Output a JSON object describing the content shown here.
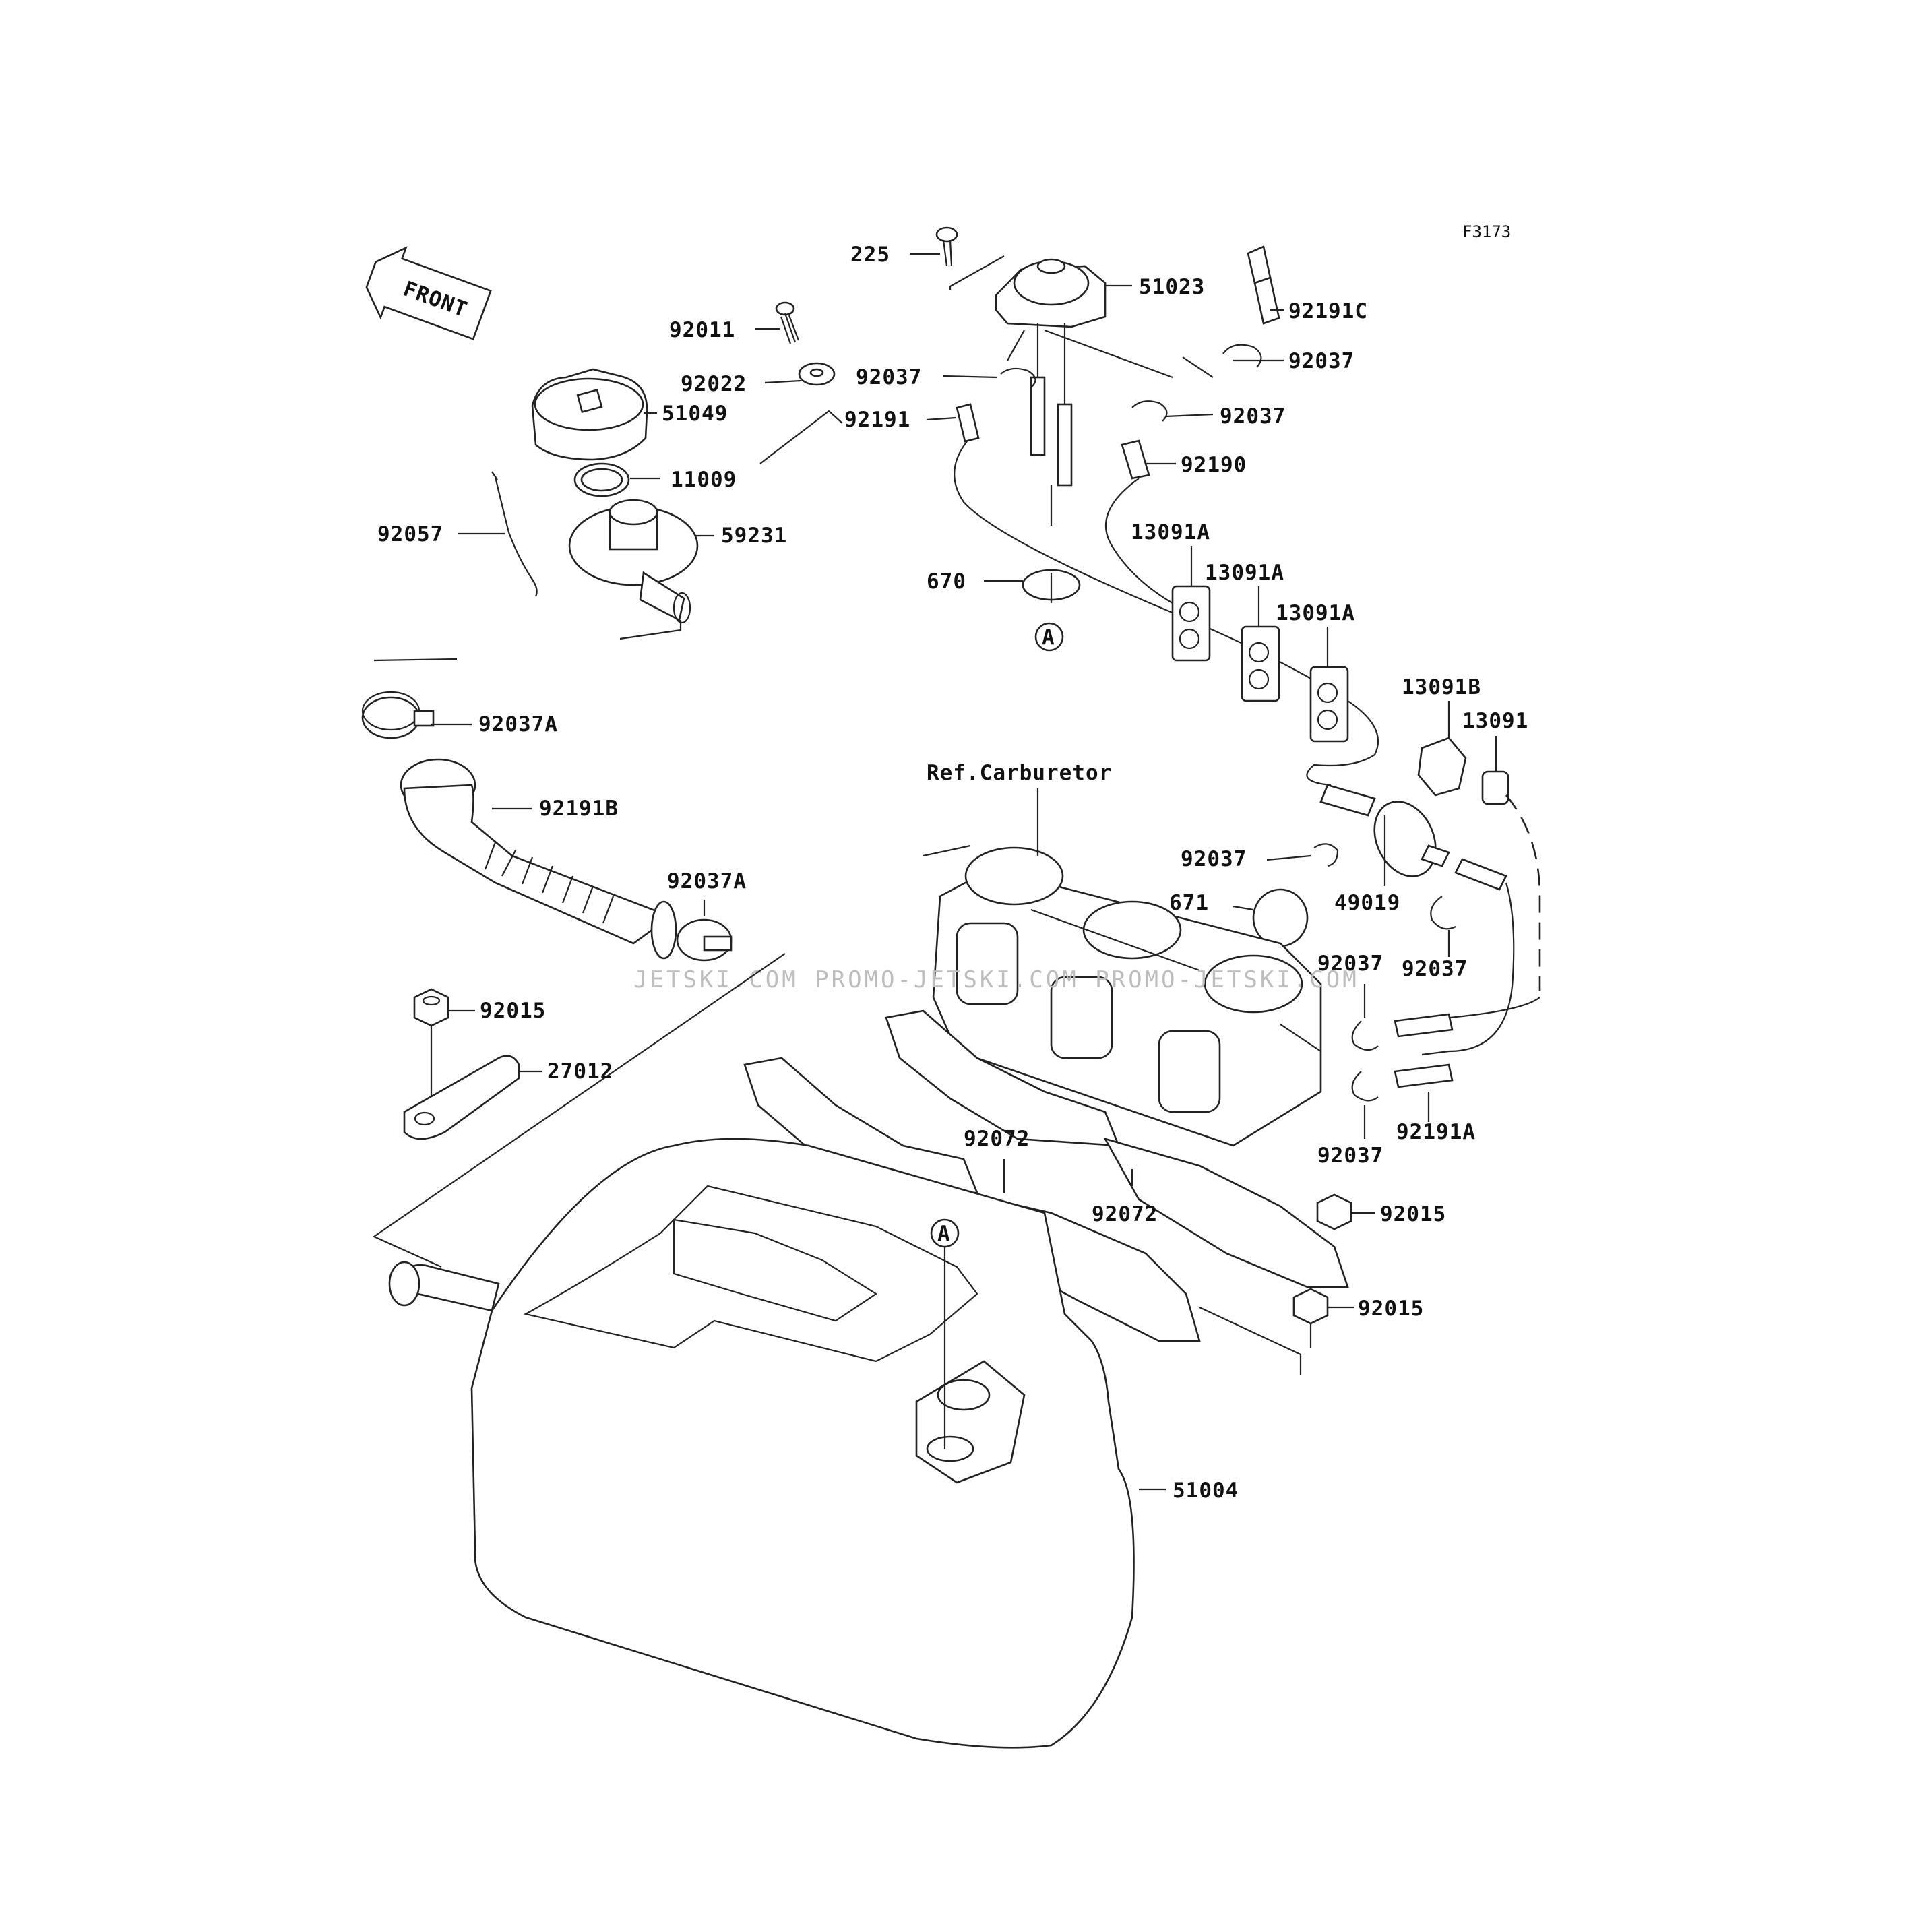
{
  "diagram": {
    "code": "F3173",
    "watermark": "JETSKI.COM  PROMO-JETSKI.COM  PROMO-JETSKI.COM",
    "front_label": "FRONT",
    "callout_letter": "A",
    "ref_label": "Ref.Carburetor",
    "parts": {
      "p225": "225",
      "p51023": "51023",
      "p92191C": "92191C",
      "p92011": "92011",
      "p92022": "92022",
      "p51049": "51049",
      "p11009": "11009",
      "p92057": "92057",
      "p59231": "59231",
      "p92037_a": "92037",
      "p92191": "92191",
      "p92037_b": "92037",
      "p92037_c": "92037",
      "p92190": "92190",
      "p670": "670",
      "p13091A_1": "13091A",
      "p13091A_2": "13091A",
      "p13091A_3": "13091A",
      "p13091B": "13091B",
      "p13091": "13091",
      "p92037A_1": "92037A",
      "p92191B": "92191B",
      "p92037A_2": "92037A",
      "p92037_d": "92037",
      "p671": "671",
      "p49019": "49019",
      "p92037_e": "92037",
      "p92037_f": "92037",
      "p92037_g": "92037",
      "p92191A": "92191A",
      "p92015_1": "92015",
      "p27012": "27012",
      "p92072_1": "92072",
      "p92072_2": "92072",
      "p92015_2": "92015",
      "p92015_3": "92015",
      "p51004": "51004"
    }
  }
}
